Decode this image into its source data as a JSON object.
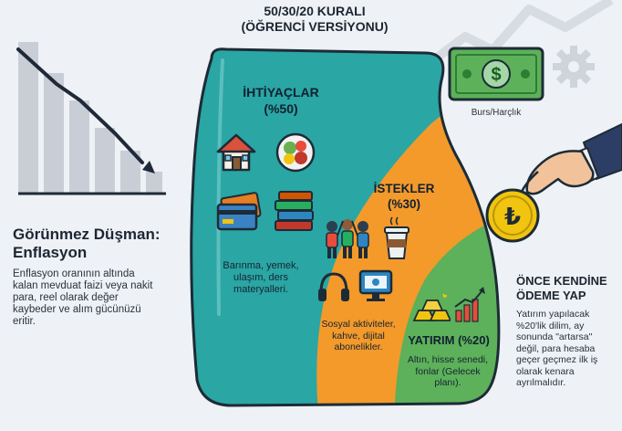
{
  "header": {
    "title_line1": "50/30/20 KURALI",
    "title_line2": "(ÖĞRENCİ VERSİYONU)"
  },
  "left_panel": {
    "heading_line1": "Görünmez Düşman:",
    "heading_line2": "Enflasyon",
    "body_lines": [
      "Enflasyon oranının altında",
      "kalan mevduat faizi veya nakit",
      "para, reel olarak değer",
      "kaybeder ve alım gücünüzü",
      "eritir."
    ]
  },
  "money": {
    "label": "Burs/Harçlık",
    "symbol": "$"
  },
  "coin_symbol": "₺",
  "segments": {
    "needs": {
      "title_line1": "İHTİYAÇLAR",
      "title_line2": "(%50)",
      "text_lines": [
        "Barınma, yemek,",
        "ulaşım, ders",
        "materyalleri."
      ],
      "color": "#2aa6a4"
    },
    "wants": {
      "title_line1": "İSTEKLER",
      "title_line2": "(%30)",
      "text_lines": [
        "Sosyal aktiviteler,",
        "kahve, dijital",
        "abonelikler."
      ],
      "color": "#f39a2b"
    },
    "invest": {
      "title": "YATIRIM (%20)",
      "text_lines": [
        "Altın, hisse senedi,",
        "fonlar (Gelecek",
        "planı)."
      ],
      "color": "#5cb15a"
    }
  },
  "right_panel": {
    "heading_line1": "ÖNCE KENDİNE",
    "heading_line2": "ÖDEME YAP",
    "body_lines": [
      "Yatırım yapılacak",
      "%20'lik dilim, ay",
      "sonunda \"artarsa\"",
      "değil, para hesaba",
      "geçer geçmez ilk iş",
      "olarak kenara",
      "ayrılmalıdır."
    ]
  }
}
